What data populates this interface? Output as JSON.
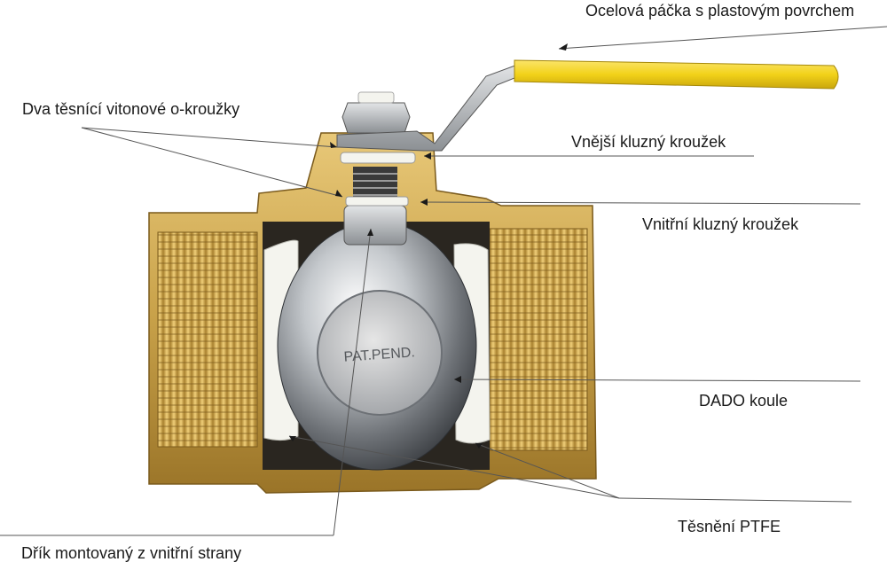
{
  "labels": {
    "handle": "Ocelová páčka s plastovým povrchem",
    "o_rings": "Dva těsnící vitonové o-kroužky",
    "outer_ring": "Vnější kluzný kroužek",
    "inner_ring": "Vnitřní kluzný kroužek",
    "ball": "DADO koule",
    "ptfe": "Těsnění PTFE",
    "stem": "Dřík montovaný z vnitřní strany"
  },
  "ball_stamp": "PAT.PEND.",
  "colors": {
    "brass": "#c9a24a",
    "handle_yellow": "#f2d219",
    "ptfe_white": "#f4f4ee",
    "chrome": "#bfc3c7",
    "leader": "#555555"
  }
}
